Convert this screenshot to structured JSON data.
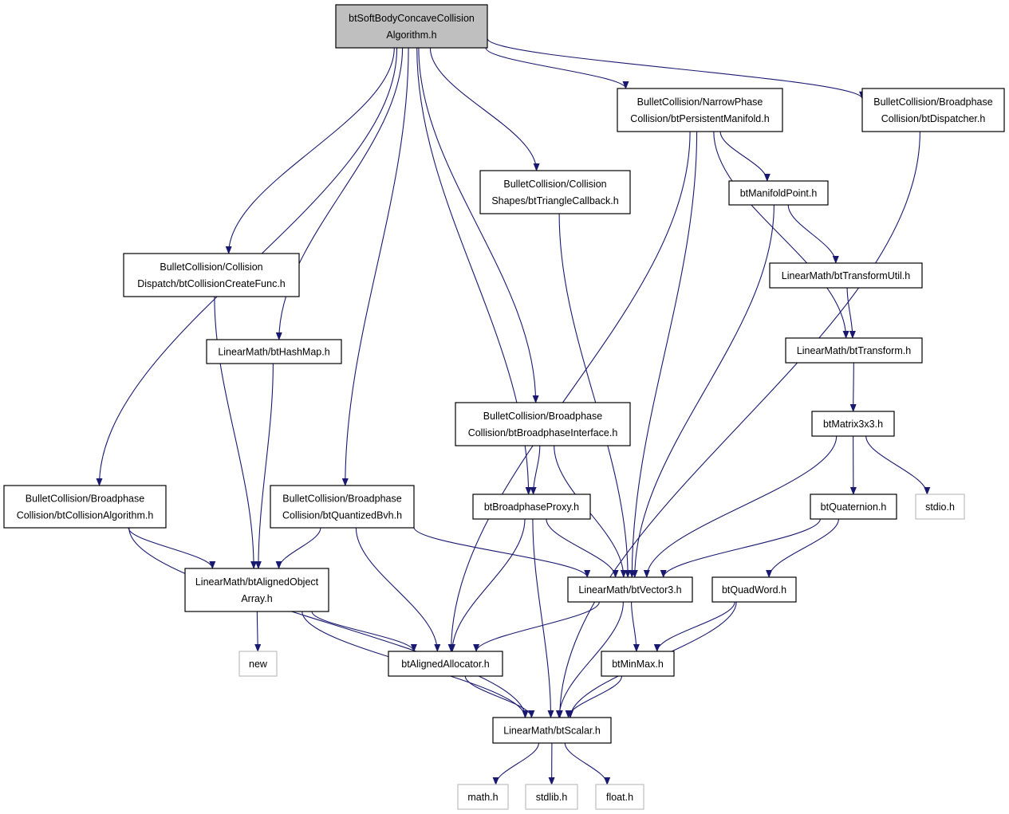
{
  "colors": {
    "edge": "#191970",
    "root_fill": "#bfbfbf",
    "node_border": "#000000",
    "external_border": "#bfbfbf"
  },
  "nodes": [
    {
      "id": "root",
      "kind": "root",
      "lines": [
        "btSoftBodyConcaveCollision",
        "Algorithm.h"
      ]
    },
    {
      "id": "bcalg",
      "kind": "file",
      "lines": [
        "BulletCollision/Broadphase",
        "Collision/btCollisionAlgorithm.h"
      ]
    },
    {
      "id": "ccf",
      "kind": "file",
      "lines": [
        "BulletCollision/Collision",
        "Dispatch/btCollisionCreateFunc.h"
      ]
    },
    {
      "id": "hashmap",
      "kind": "file",
      "lines": [
        "LinearMath/btHashMap.h"
      ]
    },
    {
      "id": "qbvh",
      "kind": "file",
      "lines": [
        "BulletCollision/Broadphase",
        "Collision/btQuantizedBvh.h"
      ]
    },
    {
      "id": "tricb",
      "kind": "file",
      "lines": [
        "BulletCollision/Collision",
        "Shapes/btTriangleCallback.h"
      ]
    },
    {
      "id": "bpi",
      "kind": "file",
      "lines": [
        "BulletCollision/Broadphase",
        "Collision/btBroadphaseInterface.h"
      ]
    },
    {
      "id": "pm",
      "kind": "file",
      "lines": [
        "BulletCollision/NarrowPhase",
        "Collision/btPersistentManifold.h"
      ]
    },
    {
      "id": "disp",
      "kind": "file",
      "lines": [
        "BulletCollision/Broadphase",
        "Collision/btDispatcher.h"
      ]
    },
    {
      "id": "mp",
      "kind": "file",
      "lines": [
        "btManifoldPoint.h"
      ]
    },
    {
      "id": "tu",
      "kind": "file",
      "lines": [
        "LinearMath/btTransformUtil.h"
      ]
    },
    {
      "id": "tr",
      "kind": "file",
      "lines": [
        "LinearMath/btTransform.h"
      ]
    },
    {
      "id": "m33",
      "kind": "file",
      "lines": [
        "btMatrix3x3.h"
      ]
    },
    {
      "id": "quat",
      "kind": "file",
      "lines": [
        "btQuaternion.h"
      ]
    },
    {
      "id": "stdio",
      "kind": "external",
      "lines": [
        "stdio.h"
      ]
    },
    {
      "id": "qw",
      "kind": "file",
      "lines": [
        "btQuadWord.h"
      ]
    },
    {
      "id": "bpp",
      "kind": "file",
      "lines": [
        "btBroadphaseProxy.h"
      ]
    },
    {
      "id": "aoa",
      "kind": "file",
      "lines": [
        "LinearMath/btAlignedObject",
        "Array.h"
      ]
    },
    {
      "id": "vec3",
      "kind": "file",
      "lines": [
        "LinearMath/btVector3.h"
      ]
    },
    {
      "id": "new",
      "kind": "external",
      "lines": [
        "new"
      ]
    },
    {
      "id": "aa",
      "kind": "file",
      "lines": [
        "btAlignedAllocator.h"
      ]
    },
    {
      "id": "minmax",
      "kind": "file",
      "lines": [
        "btMinMax.h"
      ]
    },
    {
      "id": "scalar",
      "kind": "file",
      "lines": [
        "LinearMath/btScalar.h"
      ]
    },
    {
      "id": "math",
      "kind": "external",
      "lines": [
        "math.h"
      ]
    },
    {
      "id": "stdlib",
      "kind": "external",
      "lines": [
        "stdlib.h"
      ]
    },
    {
      "id": "float",
      "kind": "external",
      "lines": [
        "float.h"
      ]
    }
  ],
  "edges": [
    [
      "root",
      "bcalg"
    ],
    [
      "root",
      "ccf"
    ],
    [
      "root",
      "hashmap"
    ],
    [
      "root",
      "qbvh"
    ],
    [
      "root",
      "bpp"
    ],
    [
      "root",
      "bpi"
    ],
    [
      "root",
      "tricb"
    ],
    [
      "root",
      "pm"
    ],
    [
      "root",
      "disp"
    ],
    [
      "bcalg",
      "aoa"
    ],
    [
      "bcalg",
      "scalar"
    ],
    [
      "ccf",
      "aoa"
    ],
    [
      "hashmap",
      "aoa"
    ],
    [
      "qbvh",
      "aoa"
    ],
    [
      "qbvh",
      "aa"
    ],
    [
      "qbvh",
      "vec3"
    ],
    [
      "tricb",
      "vec3"
    ],
    [
      "bpi",
      "bpp"
    ],
    [
      "bpi",
      "vec3"
    ],
    [
      "pm",
      "aa"
    ],
    [
      "pm",
      "vec3"
    ],
    [
      "pm",
      "mp"
    ],
    [
      "pm",
      "tr"
    ],
    [
      "disp",
      "scalar"
    ],
    [
      "mp",
      "vec3"
    ],
    [
      "mp",
      "tu"
    ],
    [
      "tu",
      "tr"
    ],
    [
      "tr",
      "m33"
    ],
    [
      "m33",
      "vec3"
    ],
    [
      "m33",
      "quat"
    ],
    [
      "m33",
      "stdio"
    ],
    [
      "quat",
      "vec3"
    ],
    [
      "quat",
      "qw"
    ],
    [
      "qw",
      "minmax"
    ],
    [
      "qw",
      "scalar"
    ],
    [
      "bpp",
      "vec3"
    ],
    [
      "bpp",
      "aa"
    ],
    [
      "bpp",
      "scalar"
    ],
    [
      "aoa",
      "new"
    ],
    [
      "aoa",
      "aa"
    ],
    [
      "aoa",
      "scalar"
    ],
    [
      "vec3",
      "aa"
    ],
    [
      "vec3",
      "minmax"
    ],
    [
      "vec3",
      "scalar"
    ],
    [
      "aa",
      "scalar"
    ],
    [
      "minmax",
      "scalar"
    ],
    [
      "scalar",
      "math"
    ],
    [
      "scalar",
      "stdlib"
    ],
    [
      "scalar",
      "float"
    ]
  ]
}
